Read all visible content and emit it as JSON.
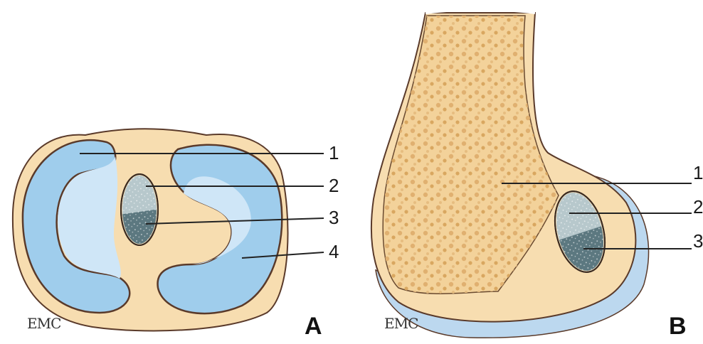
{
  "panel_a": {
    "letter": "A",
    "logo": "EMC",
    "labels": [
      "1",
      "2",
      "3",
      "4"
    ]
  },
  "panel_b": {
    "letter": "B",
    "logo": "EMC",
    "labels": [
      "1",
      "2",
      "3"
    ]
  },
  "colors": {
    "bone": "#f7ddb0",
    "cancellous_dots": "#e0b070",
    "meniscus_blue": "#9fcdec",
    "meniscus_light": "#cfe6f7",
    "graft_light": "#b7c8cc",
    "graft_dark": "#5c7880",
    "outline": "#5a3a2a"
  }
}
